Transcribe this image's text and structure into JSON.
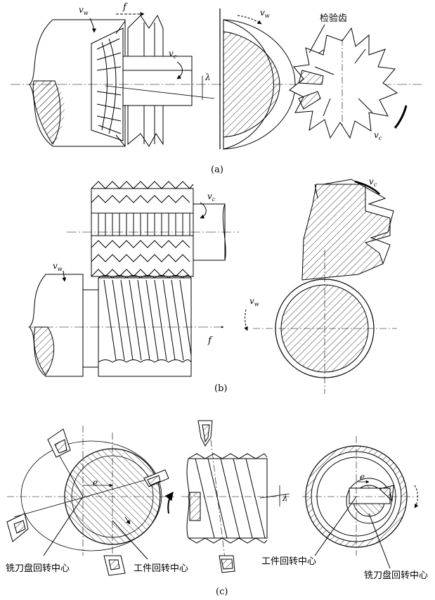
{
  "panel_a": {
    "caption": "(a)",
    "check_tooth_label": "检验齿",
    "symbols": {
      "vw": "v",
      "vw_sub": "w",
      "f": "f",
      "vc": "v",
      "vc_sub": "c",
      "lambda": "λ"
    }
  },
  "panel_b": {
    "caption": "(b)",
    "symbols": {
      "vw": "v",
      "vw_sub": "w",
      "f": "f",
      "vc": "v",
      "vc_sub": "c"
    }
  },
  "panel_c": {
    "caption": "(c)",
    "labels": {
      "cutter_center_left": "铣刀盘回转中心",
      "work_center_left": "工件回转中心",
      "work_center_right": "工件回转中心",
      "cutter_center_right": "铣刀盘回转中心"
    },
    "symbols": {
      "e_left": "e",
      "e_right": "e",
      "lambda": "λ"
    }
  },
  "colors": {
    "line": "#000000",
    "background": "#ffffff"
  }
}
